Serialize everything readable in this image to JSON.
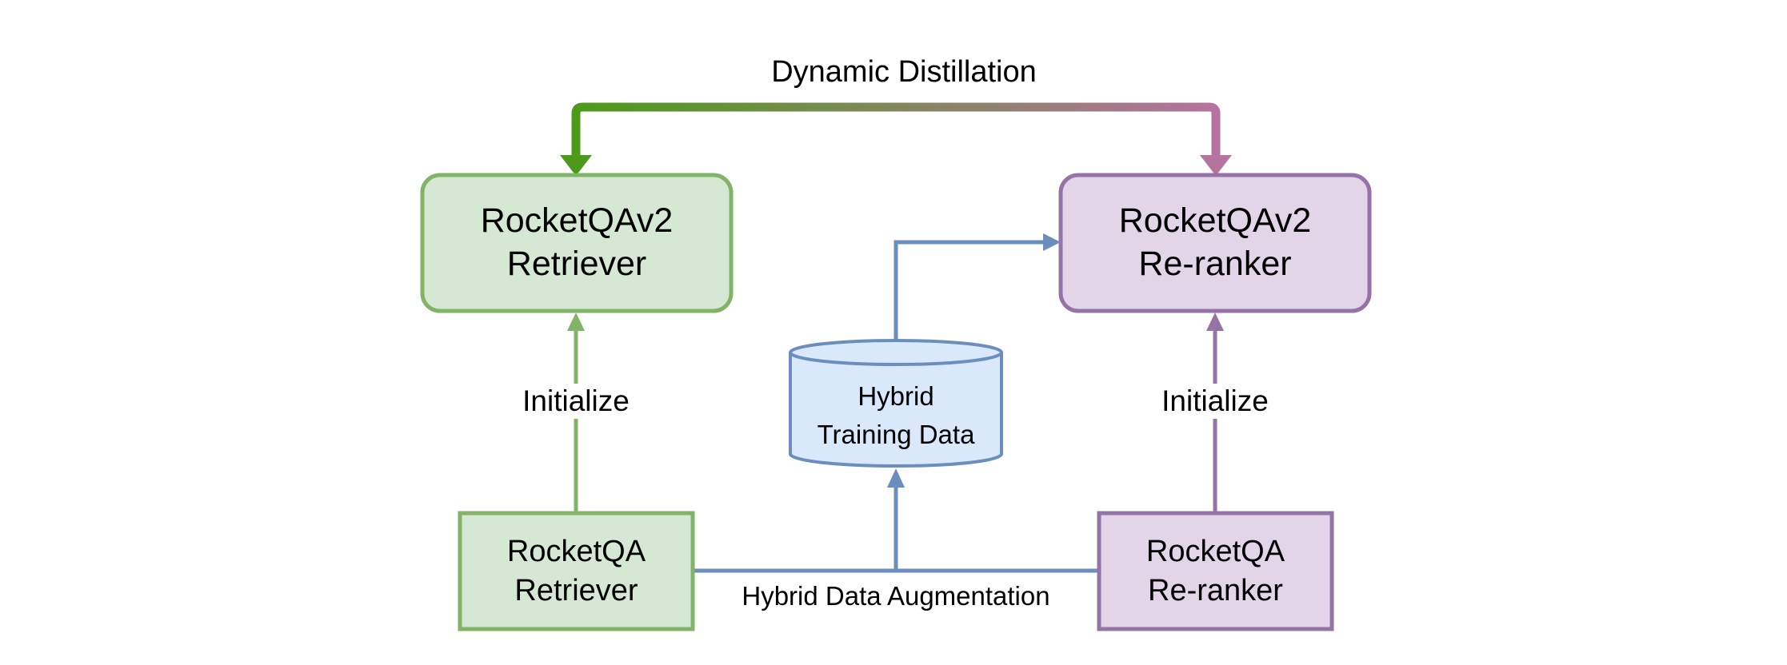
{
  "top_label": "Dynamic Distillation",
  "retriever_v2": {
    "line1": "RocketQAv2",
    "line2": "Retriever"
  },
  "reranker_v2": {
    "line1": "RocketQAv2",
    "line2": "Re-ranker"
  },
  "retriever": {
    "line1": "RocketQA",
    "line2": "Retriever"
  },
  "reranker": {
    "line1": "RocketQA",
    "line2": "Re-ranker"
  },
  "hybrid_data": {
    "line1": "Hybrid",
    "line2": "Training Data"
  },
  "init_left": "Initialize",
  "init_right": "Initialize",
  "augmentation_label": "Hybrid Data Augmentation",
  "colors": {
    "green_fill": "#d5e8d4",
    "green_stroke": "#82b366",
    "purple_fill": "#e1d5e7",
    "purple_stroke": "#9673a6",
    "blue_fill": "#dae8fc",
    "blue_stroke": "#6c8ebf",
    "distill_start": "#4d9a1b",
    "distill_end": "#b5739d"
  }
}
